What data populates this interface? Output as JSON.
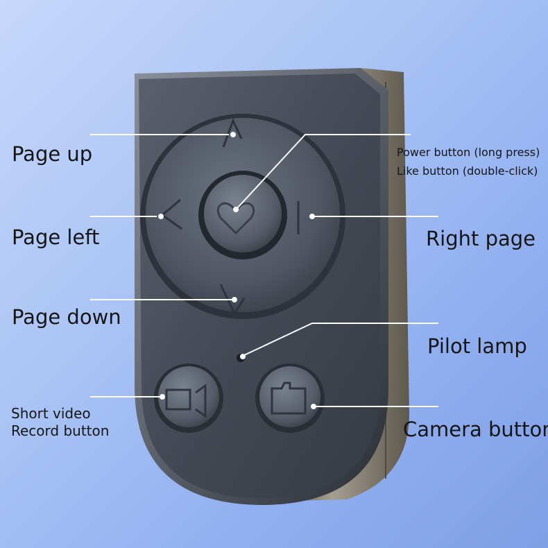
{
  "labels": {
    "page_up": "Page up",
    "page_left": "Page left",
    "page_down": "Page down",
    "power_button": "Power button (long press)",
    "like_button": "Like button (double-click)",
    "right_page": "Right page",
    "pilot_lamp": "Pilot lamp",
    "short_video_line1": "Short video",
    "short_video_line2": "Record button",
    "camera_button": "Camera button"
  },
  "icons": {
    "center_button": "heart-icon",
    "video_button": "video-camera-icon",
    "photo_button": "camera-icon"
  }
}
